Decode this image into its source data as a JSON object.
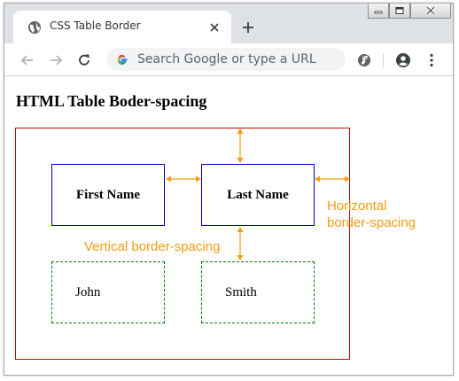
{
  "browser": {
    "tab_title": "CSS Table Border",
    "omnibox_placeholder": "Search Google or type a URL",
    "accent_color": "#f39b13"
  },
  "icons": {
    "tab": "globe-icon",
    "tab_close": "close-icon",
    "new_tab": "plus-icon",
    "back": "arrow-left-icon",
    "forward": "arrow-right-icon",
    "reload": "reload-icon",
    "search": "google-g-icon",
    "media": "music-note-icon",
    "profile": "account-icon",
    "menu": "kebab-menu-icon",
    "window_minimize": "minimize-icon",
    "window_maximize": "maximize-icon",
    "window_close": "close-icon"
  },
  "page": {
    "heading": "HTML Table Boder-spacing",
    "table": {
      "header": [
        "First Name",
        "Last Name"
      ],
      "rows": [
        [
          "John",
          "Smith"
        ]
      ]
    },
    "annotations": {
      "horizontal_line1": "Horizontal",
      "horizontal_line2": "border-spacing",
      "vertical": "Vertical border-spacing"
    },
    "colors": {
      "table_border": "#cc0000",
      "header_cell_border": "#0000cc",
      "data_cell_border": "#007a00",
      "annotation": "#f39b13"
    }
  }
}
